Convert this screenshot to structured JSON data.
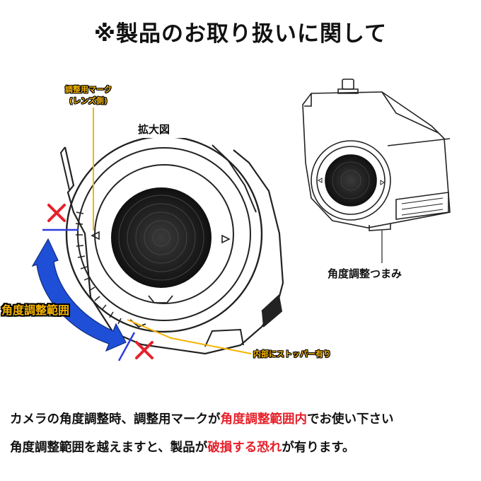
{
  "title": "※製品のお取り扱いに関して",
  "labels": {
    "zoom": "拡大図",
    "knob": "角度調整つまみ",
    "mark_line1": "調整用マーク",
    "mark_line2": "(レンズ側)",
    "stopper": "内部にストッパー有り",
    "range": "角度調整範囲"
  },
  "caption": {
    "line1_a": "カメラの角度調整時、調整用マークが",
    "line1_b": "角度調整範囲内",
    "line1_c": "でお使い下さい",
    "line2_a": "角度調整範囲を越えますと、製品が",
    "line2_b": "破損する恐れ",
    "line2_c": "が有ります。"
  },
  "colors": {
    "callout": "#f5b400",
    "arrow": "#1f4fd6",
    "cross": "#e6202a",
    "warn_text": "#e6202a",
    "guide": "#2f3de0"
  }
}
